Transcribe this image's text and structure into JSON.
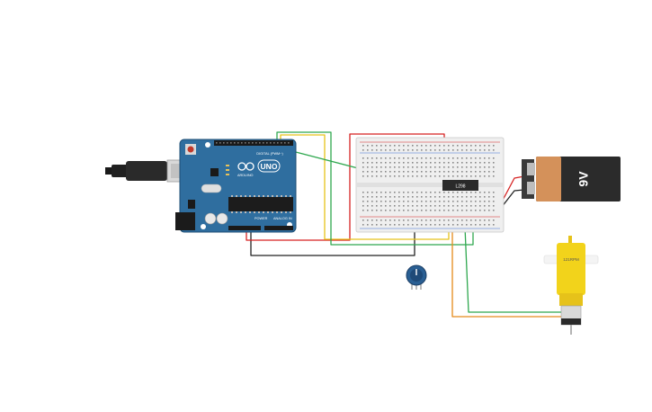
{
  "arduino": {
    "brand_text": "UNO",
    "maker_text": "ARDUINO",
    "digital_label": "DIGITAL (PWM~)",
    "power_label": "POWER",
    "analog_label": "ANALOG IN",
    "board_color": "#2f6e9f"
  },
  "chip": {
    "label": "L298"
  },
  "battery": {
    "label": "9V",
    "body_color": "#2b2b2b",
    "band_color": "#d4915a"
  },
  "motor": {
    "label": "121RPM",
    "body_color": "#f2d31b"
  },
  "wire_colors": {
    "red": "#d62222",
    "green": "#2fa84f",
    "yellow": "#e6c21a",
    "black": "#222222",
    "orange": "#e58a1a"
  },
  "icons": {
    "usb": "usb-cable-icon",
    "potentiometer": "potentiometer-icon",
    "reset": "reset-button-icon"
  }
}
